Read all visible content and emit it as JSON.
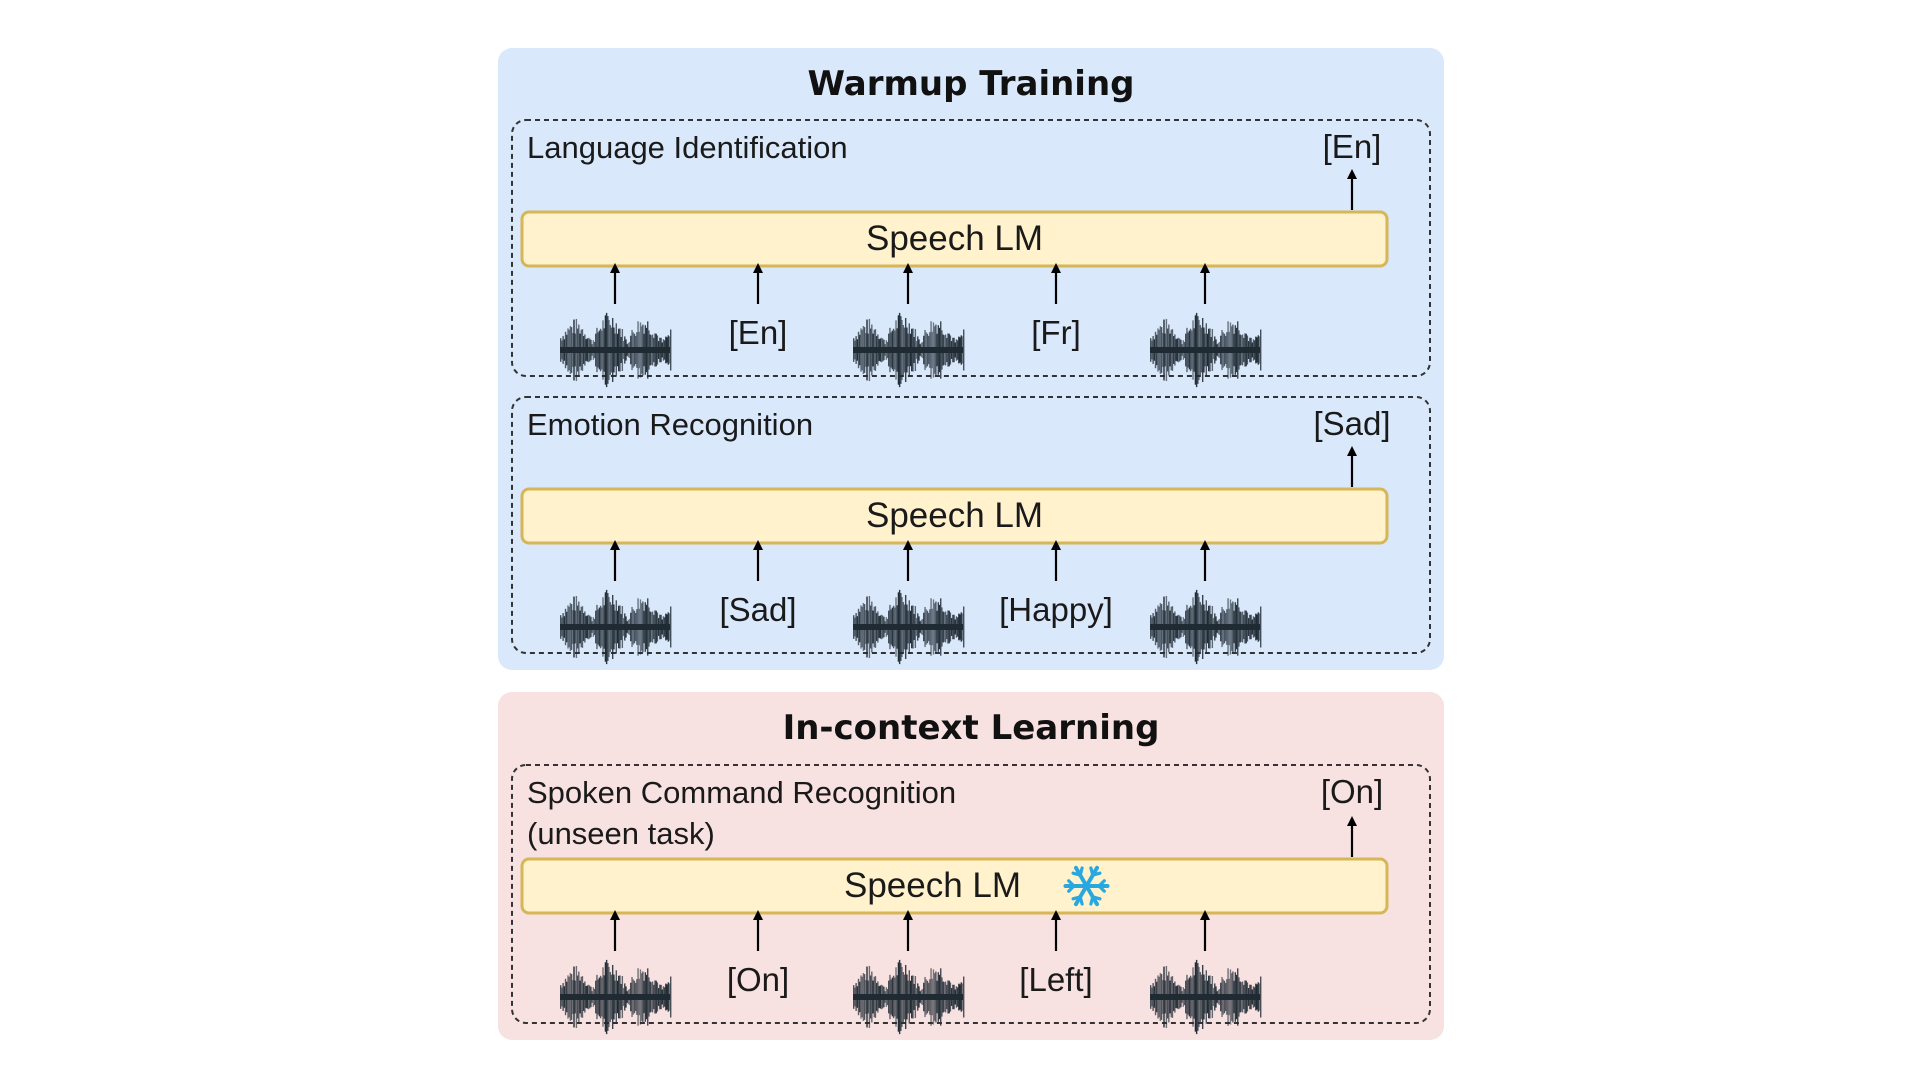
{
  "panels": [
    {
      "title": "Warmup Training",
      "fill": "#dae8fc",
      "tasks": [
        {
          "label_lines": [
            "Language Identification"
          ],
          "model_label": "Speech LM",
          "frozen": false,
          "output": "[En]",
          "sequence": [
            {
              "kind": "audio"
            },
            {
              "kind": "label",
              "text": "[En]"
            },
            {
              "kind": "audio"
            },
            {
              "kind": "label",
              "text": "[Fr]"
            },
            {
              "kind": "audio"
            }
          ]
        },
        {
          "label_lines": [
            "Emotion Recognition"
          ],
          "model_label": "Speech LM",
          "frozen": false,
          "output": "[Sad]",
          "sequence": [
            {
              "kind": "audio"
            },
            {
              "kind": "label",
              "text": "[Sad]"
            },
            {
              "kind": "audio"
            },
            {
              "kind": "label",
              "text": "[Happy]"
            },
            {
              "kind": "audio"
            }
          ]
        }
      ]
    },
    {
      "title": "In-context Learning",
      "fill": "#f8e1e1",
      "tasks": [
        {
          "label_lines": [
            "Spoken Command Recognition",
            "(unseen task)"
          ],
          "model_label": "Speech LM",
          "frozen": true,
          "frozen_icon": "snowflake-icon",
          "output": "[On]",
          "sequence": [
            {
              "kind": "audio"
            },
            {
              "kind": "label",
              "text": "[On]"
            },
            {
              "kind": "audio"
            },
            {
              "kind": "label",
              "text": "[Left]"
            },
            {
              "kind": "audio"
            }
          ]
        }
      ]
    }
  ],
  "colors": {
    "model_fill": "#fff2cc",
    "model_stroke": "#d6b656",
    "snowflake": "#29a8e0",
    "waveform": "#1f2a33"
  }
}
